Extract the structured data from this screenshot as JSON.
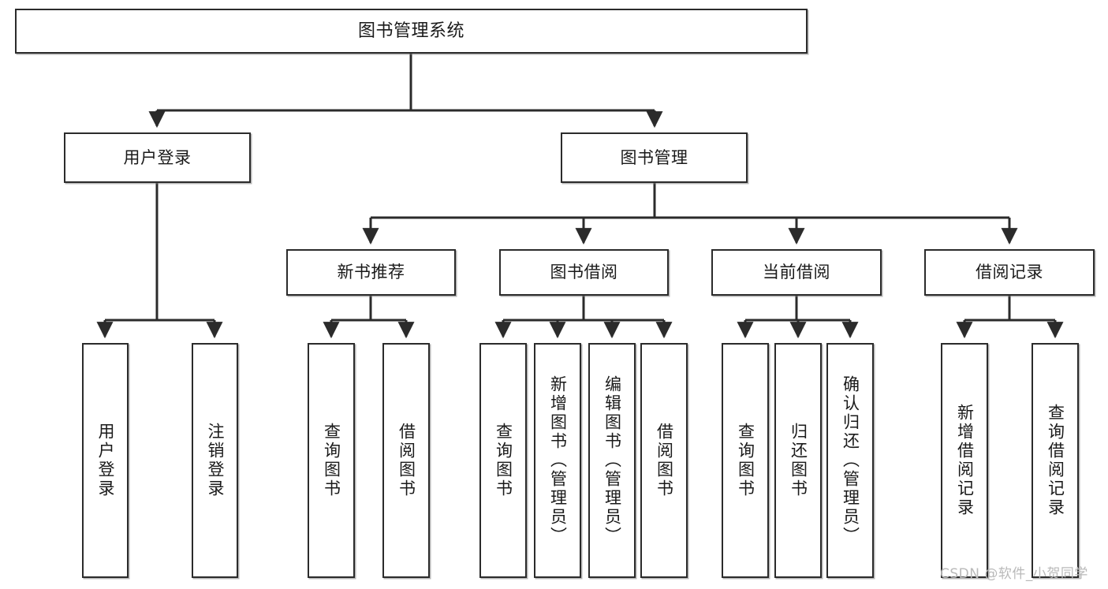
{
  "diagram": {
    "title": "图书管理系统",
    "type": "hierarchy-tree",
    "watermark": "CSDN @软件_小贺同学",
    "colors": {
      "box_border": "#2b2b2b",
      "box_fill": "#ffffff",
      "edge": "#2b2b2b",
      "watermark": "#b9b9b9",
      "background": "#ffffff"
    },
    "nodes": {
      "root": {
        "label": "图书管理系统"
      },
      "level2": [
        {
          "id": "user_login",
          "label": "用户登录"
        },
        {
          "id": "book_manage",
          "label": "图书管理"
        }
      ],
      "level3": [
        {
          "id": "new_book_rec",
          "label": "新书推荐"
        },
        {
          "id": "book_borrow",
          "label": "图书借阅"
        },
        {
          "id": "current_borrow",
          "label": "当前借阅"
        },
        {
          "id": "borrow_record",
          "label": "借阅记录"
        }
      ],
      "leaves": [
        {
          "id": "leaf_user_login",
          "label": "用户登录",
          "parent": "user_login"
        },
        {
          "id": "leaf_user_logout",
          "label": "注销登录",
          "parent": "user_login"
        },
        {
          "id": "leaf_query_book_1",
          "label": "查询图书",
          "parent": "new_book_rec"
        },
        {
          "id": "leaf_borrow_book_1",
          "label": "借阅图书",
          "parent": "new_book_rec"
        },
        {
          "id": "leaf_query_book_2",
          "label": "查询图书",
          "parent": "book_borrow"
        },
        {
          "id": "leaf_add_book",
          "label": "新增图书（管理员）",
          "parent": "book_borrow"
        },
        {
          "id": "leaf_edit_book",
          "label": "编辑图书（管理员）",
          "parent": "book_borrow"
        },
        {
          "id": "leaf_borrow_book_2",
          "label": "借阅图书",
          "parent": "book_borrow"
        },
        {
          "id": "leaf_query_book_3",
          "label": "查询图书",
          "parent": "current_borrow"
        },
        {
          "id": "leaf_return_book",
          "label": "归还图书",
          "parent": "current_borrow"
        },
        {
          "id": "leaf_confirm_return",
          "label": "确认归还（管理员）",
          "parent": "current_borrow"
        },
        {
          "id": "leaf_add_record",
          "label": "新增借阅记录",
          "parent": "borrow_record"
        },
        {
          "id": "leaf_query_record",
          "label": "查询借阅记录",
          "parent": "borrow_record"
        }
      ]
    }
  }
}
